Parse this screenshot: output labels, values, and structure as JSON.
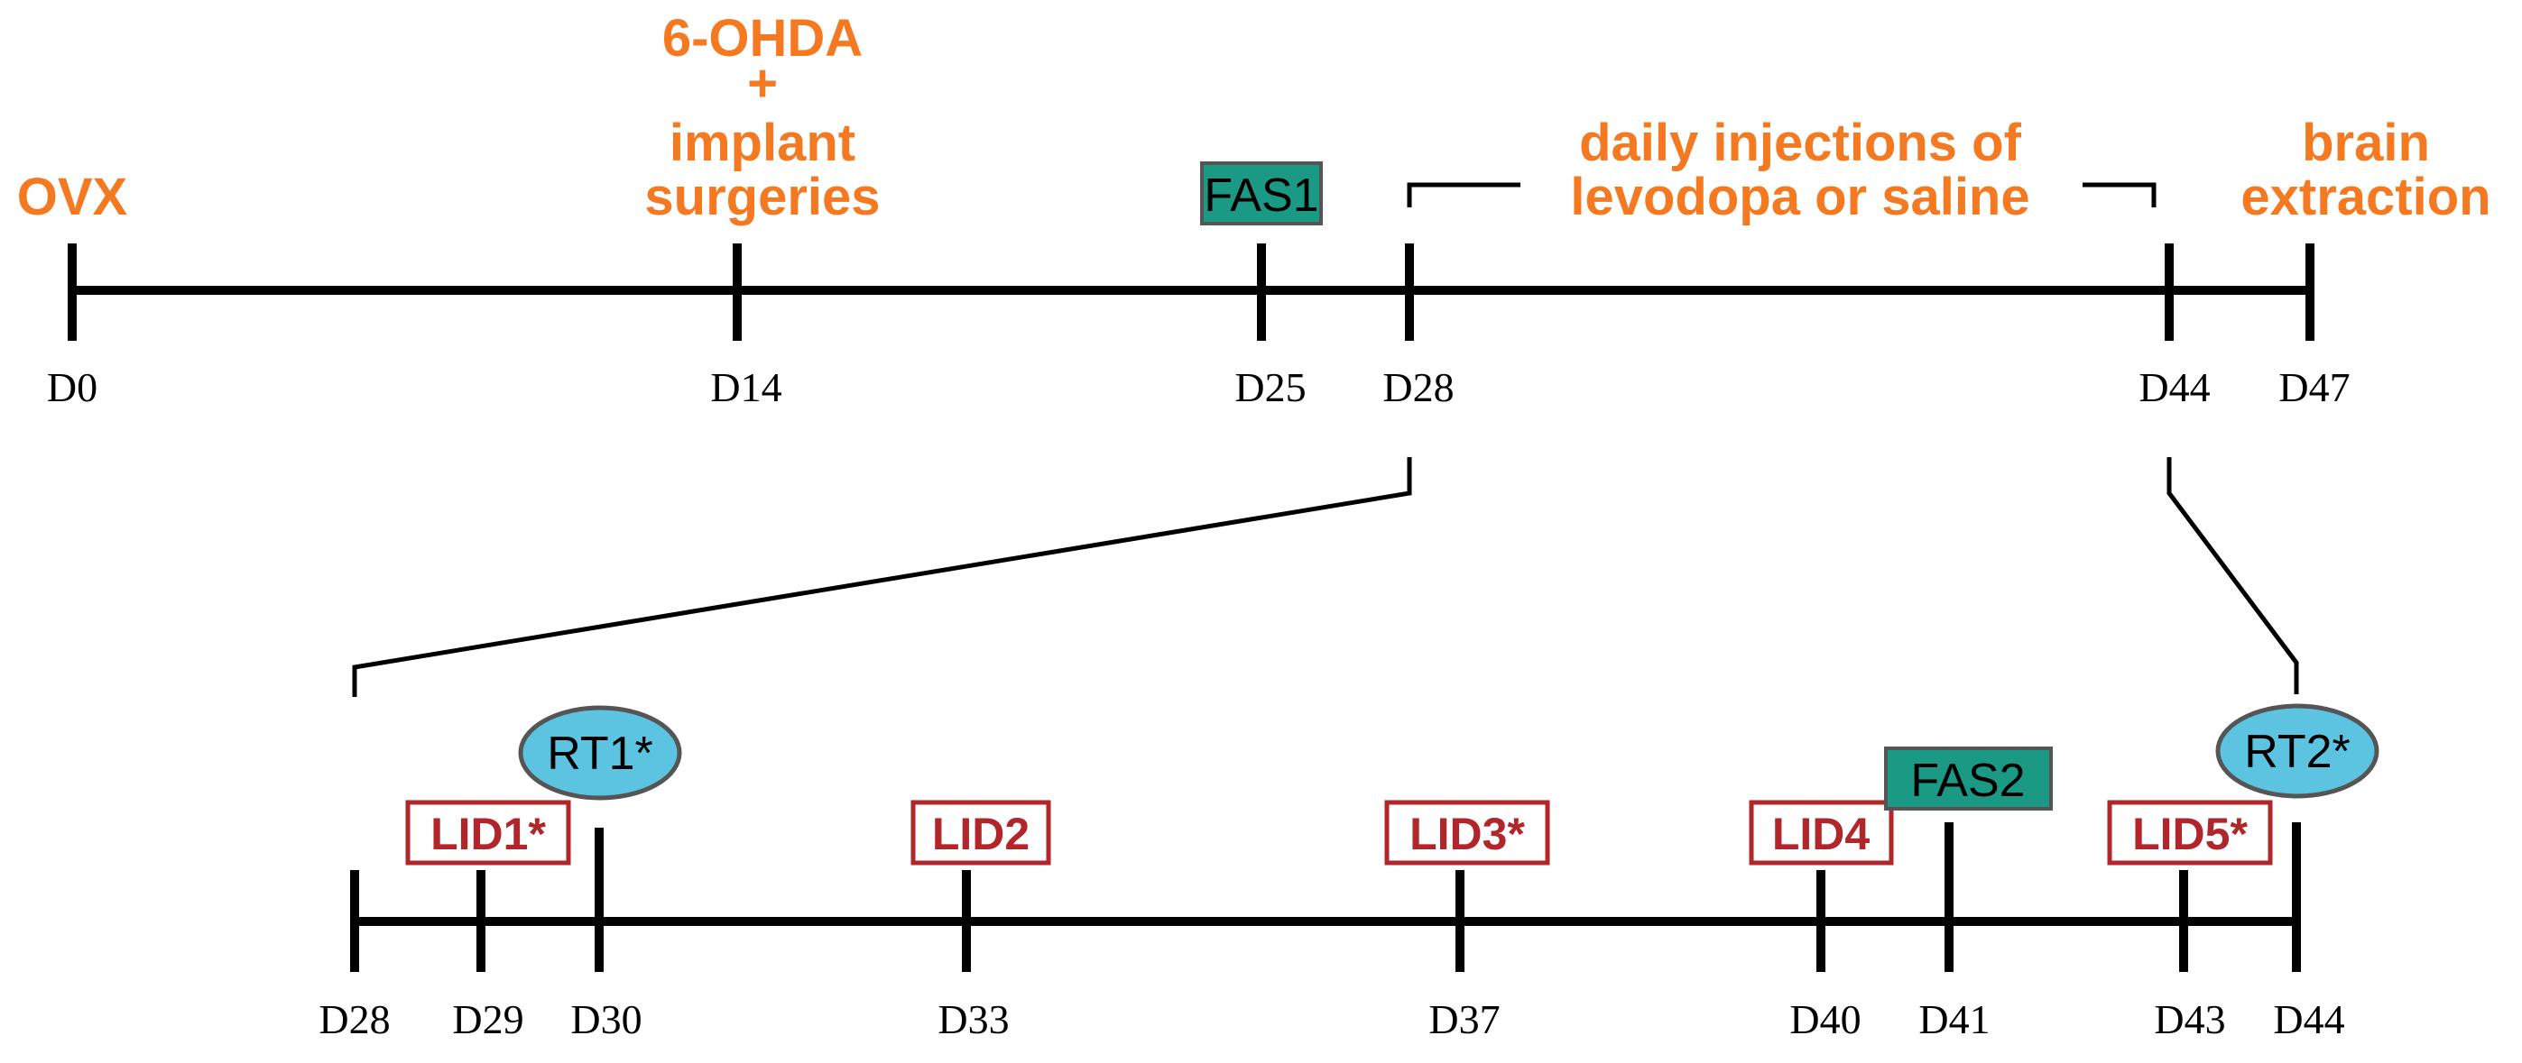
{
  "top_timeline": {
    "ticks": [
      {
        "id": "d0",
        "label": "D0"
      },
      {
        "id": "d14",
        "label": "D14"
      },
      {
        "id": "d25",
        "label": "D25"
      },
      {
        "id": "d28",
        "label": "D28"
      },
      {
        "id": "d44",
        "label": "D44"
      },
      {
        "id": "d47",
        "label": "D47"
      }
    ],
    "events": [
      {
        "id": "ovx",
        "lines": [
          "OVX"
        ]
      },
      {
        "id": "surgery",
        "lines": [
          "6-OHDA",
          "+",
          "implant",
          "surgeries"
        ]
      },
      {
        "id": "injections",
        "lines": [
          "daily injections of",
          "levodopa or saline"
        ]
      },
      {
        "id": "extraction",
        "lines": [
          "brain",
          "extraction"
        ]
      }
    ],
    "fas": {
      "label": "FAS1"
    }
  },
  "bottom_timeline": {
    "ticks": [
      {
        "id": "b28",
        "label": "D28"
      },
      {
        "id": "b29",
        "label": "D29"
      },
      {
        "id": "b30",
        "label": "D30"
      },
      {
        "id": "b33",
        "label": "D33"
      },
      {
        "id": "b37",
        "label": "D37"
      },
      {
        "id": "b40",
        "label": "D40"
      },
      {
        "id": "b41",
        "label": "D41"
      },
      {
        "id": "b43",
        "label": "D43"
      },
      {
        "id": "b44",
        "label": "D44"
      }
    ],
    "lid_boxes": [
      {
        "id": "lid1",
        "label": "LID1*"
      },
      {
        "id": "lid2",
        "label": "LID2"
      },
      {
        "id": "lid3",
        "label": "LID3*"
      },
      {
        "id": "lid4",
        "label": "LID4"
      },
      {
        "id": "lid5",
        "label": "LID5*"
      }
    ],
    "rt_ellipses": [
      {
        "id": "rt1",
        "label": "RT1*"
      },
      {
        "id": "rt2",
        "label": "RT2*"
      }
    ],
    "fas": {
      "label": "FAS2"
    }
  },
  "colors": {
    "event_text": "#f47920",
    "lid": "#b0262b",
    "fas_fill": "#1a9a84",
    "rt_fill": "#5cc4e0",
    "line": "#000000"
  }
}
